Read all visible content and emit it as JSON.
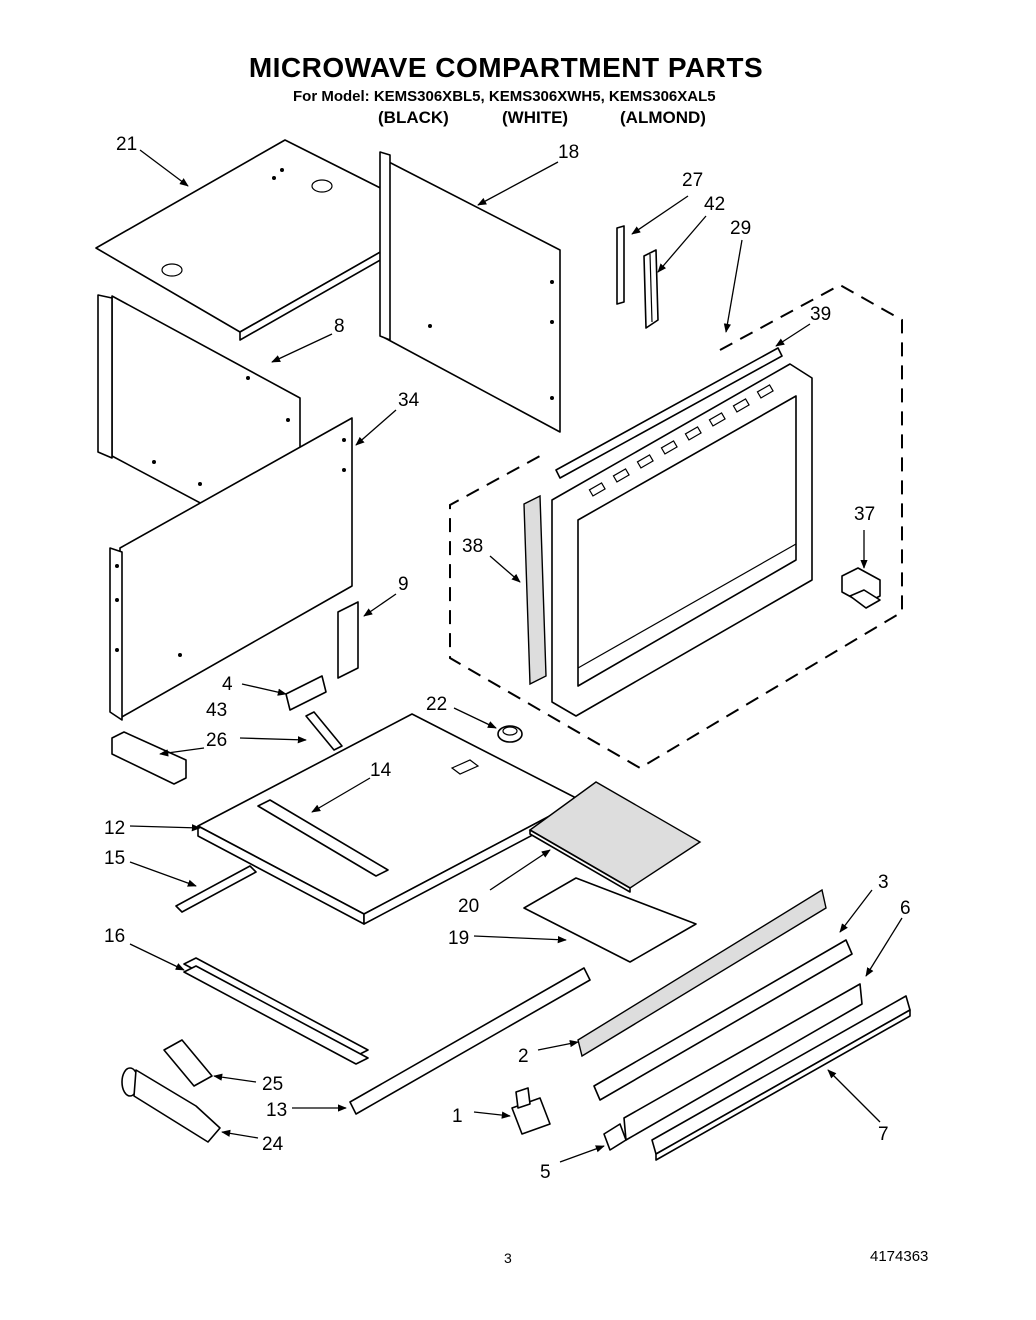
{
  "header": {
    "title": "MICROWAVE COMPARTMENT PARTS",
    "model_line": "For Model: KEMS306XBL5, KEMS306XWH5, KEMS306XAL5",
    "colors": [
      "(BLACK)",
      "(WHITE)",
      "(ALMOND)"
    ]
  },
  "footer": {
    "page": "3",
    "doc_number": "4174363"
  },
  "callouts": {
    "p1": "1",
    "p2": "2",
    "p3": "3",
    "p4": "4",
    "p5": "5",
    "p6": "6",
    "p7": "7",
    "p8": "8",
    "p9": "9",
    "p12": "12",
    "p13": "13",
    "p14": "14",
    "p15": "15",
    "p16": "16",
    "p18": "18",
    "p19": "19",
    "p20": "20",
    "p21": "21",
    "p22": "22",
    "p24": "24",
    "p25": "25",
    "p26": "26",
    "p27": "27",
    "p29": "29",
    "p34": "34",
    "p37": "37",
    "p38": "38",
    "p39": "39",
    "p42": "42",
    "p43": "43"
  }
}
